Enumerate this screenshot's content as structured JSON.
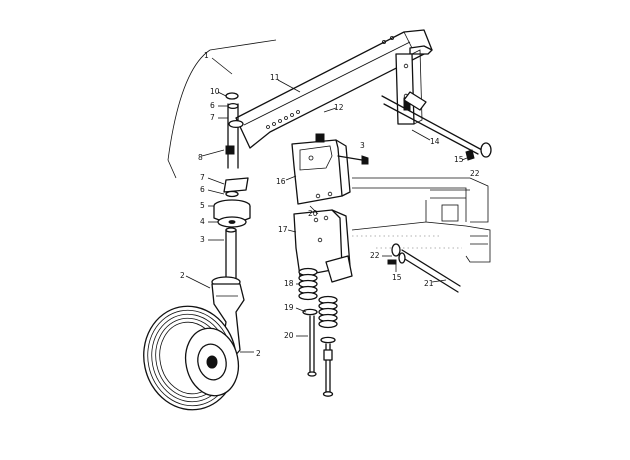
{
  "diagram": {
    "callouts": [
      {
        "id": "c1",
        "label": "1"
      },
      {
        "id": "c11",
        "label": "11"
      },
      {
        "id": "c10",
        "label": "10"
      },
      {
        "id": "c6a",
        "label": "6"
      },
      {
        "id": "c7a",
        "label": "7"
      },
      {
        "id": "c12",
        "label": "12"
      },
      {
        "id": "c3a",
        "label": "3"
      },
      {
        "id": "c8",
        "label": "8"
      },
      {
        "id": "c14",
        "label": "14"
      },
      {
        "id": "c15a",
        "label": "15"
      },
      {
        "id": "c22a",
        "label": "22"
      },
      {
        "id": "c16",
        "label": "16"
      },
      {
        "id": "c7b",
        "label": "7"
      },
      {
        "id": "c6b",
        "label": "6"
      },
      {
        "id": "c5",
        "label": "5"
      },
      {
        "id": "c4",
        "label": "4"
      },
      {
        "id": "c3b",
        "label": "3"
      },
      {
        "id": "c17",
        "label": "17"
      },
      {
        "id": "c20",
        "label": "20"
      },
      {
        "id": "c2a",
        "label": "2"
      },
      {
        "id": "c18",
        "label": "18"
      },
      {
        "id": "c22b",
        "label": "22"
      },
      {
        "id": "c15b",
        "label": "15"
      },
      {
        "id": "c21",
        "label": "21"
      },
      {
        "id": "c19",
        "label": "19"
      },
      {
        "id": "c2b",
        "label": "2"
      },
      {
        "id": "c20b",
        "label": "20"
      }
    ]
  }
}
